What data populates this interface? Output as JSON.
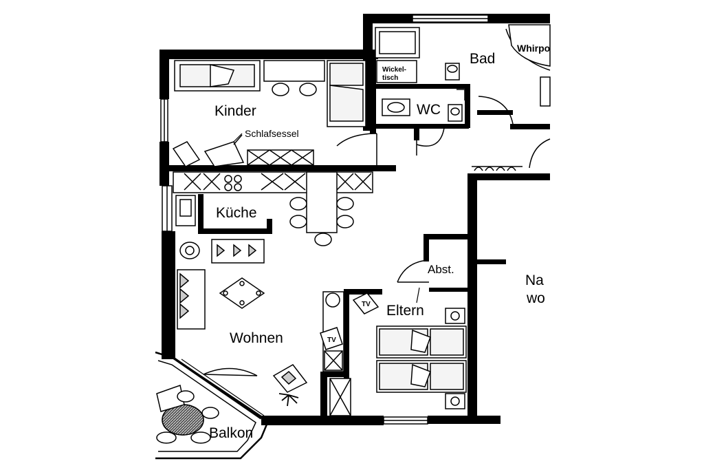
{
  "rooms": {
    "kinder": "Kinder",
    "schlafsessel": "Schlafsessel",
    "kueche": "Küche",
    "wohnen": "Wohnen",
    "balkon": "Balkon",
    "eltern": "Eltern",
    "abst": "Abst.",
    "bad": "Bad",
    "whirlpool": "Whirpo",
    "wc": "WC",
    "wickeltisch_line1": "Wickel-",
    "wickeltisch_line2": "tisch",
    "nachbar_line1": "Na",
    "nachbar_line2": "wo"
  },
  "appliances": {
    "tv": "TV"
  }
}
